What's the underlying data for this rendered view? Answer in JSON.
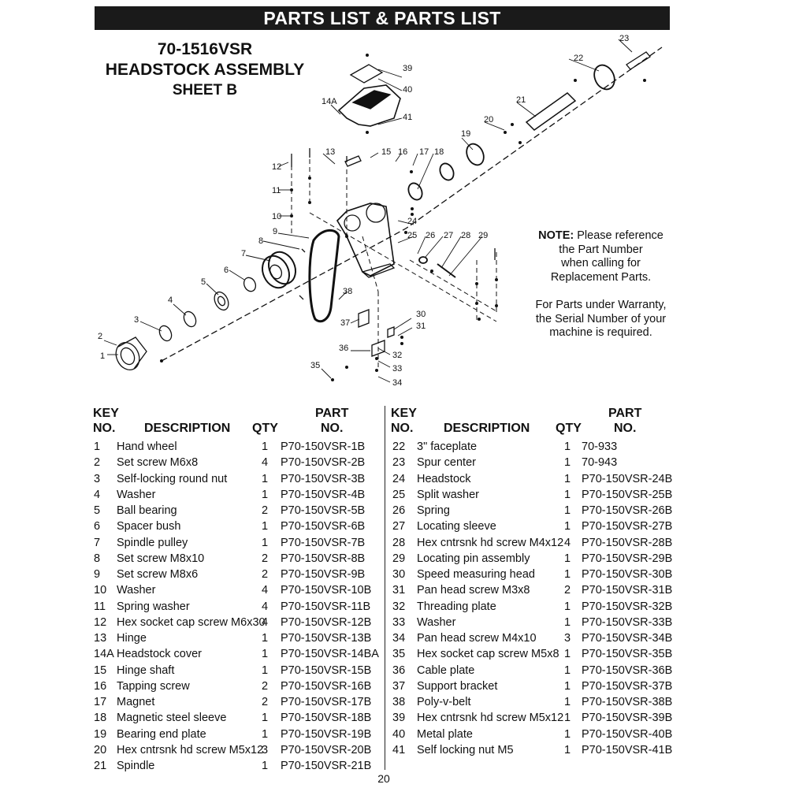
{
  "banner": "PARTS LIST & PARTS LIST",
  "title": {
    "line1": "70-1516VSR",
    "line2": "HEADSTOCK ASSEMBLY",
    "line3": "SHEET B"
  },
  "note": {
    "label": "NOTE:",
    "line1": " Please reference",
    "line2": "the Part Number",
    "line3": "when calling for",
    "line4": "Replacement Parts.",
    "warranty1": "For Parts under Warranty,",
    "warranty2": "the Serial Number of your",
    "warranty3": "machine is required."
  },
  "diagram_labels": [
    "1",
    "2",
    "3",
    "4",
    "5",
    "6",
    "7",
    "8",
    "9",
    "10",
    "11",
    "12",
    "13",
    "14A",
    "15",
    "16",
    "17",
    "18",
    "19",
    "20",
    "21",
    "22",
    "23",
    "24",
    "25",
    "26",
    "27",
    "28",
    "29",
    "30",
    "31",
    "32",
    "33",
    "34",
    "35",
    "36",
    "37",
    "38",
    "39",
    "40",
    "41"
  ],
  "table_headers": {
    "key1": "KEY",
    "key2": "NO.",
    "desc": "DESCRIPTION",
    "qty": "QTY",
    "part1": "PART",
    "part2": "NO."
  },
  "parts_left": [
    {
      "key": "1",
      "desc": "Hand wheel",
      "qty": "1",
      "part": "P70-150VSR-1B"
    },
    {
      "key": "2",
      "desc": "Set screw M6x8",
      "qty": "4",
      "part": "P70-150VSR-2B"
    },
    {
      "key": "3",
      "desc": "Self-locking round nut",
      "qty": "1",
      "part": "P70-150VSR-3B"
    },
    {
      "key": "4",
      "desc": "Washer",
      "qty": "1",
      "part": "P70-150VSR-4B"
    },
    {
      "key": "5",
      "desc": "Ball bearing",
      "qty": "2",
      "part": "P70-150VSR-5B"
    },
    {
      "key": "6",
      "desc": "Spacer bush",
      "qty": "1",
      "part": "P70-150VSR-6B"
    },
    {
      "key": "7",
      "desc": "Spindle pulley",
      "qty": "1",
      "part": "P70-150VSR-7B"
    },
    {
      "key": "8",
      "desc": "Set screw M8x10",
      "qty": "2",
      "part": "P70-150VSR-8B"
    },
    {
      "key": "9",
      "desc": "Set screw M8x6",
      "qty": "2",
      "part": "P70-150VSR-9B"
    },
    {
      "key": "10",
      "desc": "Washer",
      "qty": "4",
      "part": "P70-150VSR-10B"
    },
    {
      "key": "11",
      "desc": "Spring washer",
      "qty": "4",
      "part": "P70-150VSR-11B"
    },
    {
      "key": "12",
      "desc": "Hex socket cap screw M6x30",
      "qty": "4",
      "part": "P70-150VSR-12B"
    },
    {
      "key": "13",
      "desc": "Hinge",
      "qty": "1",
      "part": "P70-150VSR-13B"
    },
    {
      "key": "14A",
      "desc": "Headstock cover",
      "qty": "1",
      "part": "P70-150VSR-14BA"
    },
    {
      "key": "15",
      "desc": "Hinge shaft",
      "qty": "1",
      "part": "P70-150VSR-15B"
    },
    {
      "key": "16",
      "desc": "Tapping screw",
      "qty": "2",
      "part": "P70-150VSR-16B"
    },
    {
      "key": "17",
      "desc": "Magnet",
      "qty": "2",
      "part": "P70-150VSR-17B"
    },
    {
      "key": "18",
      "desc": "Magnetic steel sleeve",
      "qty": "1",
      "part": "P70-150VSR-18B"
    },
    {
      "key": "19",
      "desc": "Bearing end plate",
      "qty": "1",
      "part": "P70-150VSR-19B"
    },
    {
      "key": "20",
      "desc": "Hex cntrsnk hd screw M5x12",
      "qty": "3",
      "part": "P70-150VSR-20B"
    },
    {
      "key": "21",
      "desc": "Spindle",
      "qty": "1",
      "part": "P70-150VSR-21B"
    }
  ],
  "parts_right": [
    {
      "key": "22",
      "desc": "3\" faceplate",
      "qty": "1",
      "part": "70-933"
    },
    {
      "key": "23",
      "desc": "Spur center",
      "qty": "1",
      "part": "70-943"
    },
    {
      "key": "24",
      "desc": "Headstock",
      "qty": "1",
      "part": "P70-150VSR-24B"
    },
    {
      "key": "25",
      "desc": "Split washer",
      "qty": "1",
      "part": "P70-150VSR-25B"
    },
    {
      "key": "26",
      "desc": "Spring",
      "qty": "1",
      "part": "P70-150VSR-26B"
    },
    {
      "key": "27",
      "desc": "Locating sleeve",
      "qty": "1",
      "part": "P70-150VSR-27B"
    },
    {
      "key": "28",
      "desc": "Hex cntrsnk hd screw M4x12",
      "qty": "4",
      "part": "P70-150VSR-28B"
    },
    {
      "key": "29",
      "desc": "Locating pin assembly",
      "qty": "1",
      "part": "P70-150VSR-29B"
    },
    {
      "key": "30",
      "desc": "Speed measuring head",
      "qty": "1",
      "part": "P70-150VSR-30B"
    },
    {
      "key": "31",
      "desc": "Pan head screw M3x8",
      "qty": "2",
      "part": "P70-150VSR-31B"
    },
    {
      "key": "32",
      "desc": "Threading plate",
      "qty": "1",
      "part": "P70-150VSR-32B"
    },
    {
      "key": "33",
      "desc": "Washer",
      "qty": "1",
      "part": "P70-150VSR-33B"
    },
    {
      "key": "34",
      "desc": "Pan head screw M4x10",
      "qty": "3",
      "part": "P70-150VSR-34B"
    },
    {
      "key": "35",
      "desc": "Hex socket cap screw M5x8",
      "qty": "1",
      "part": "P70-150VSR-35B"
    },
    {
      "key": "36",
      "desc": "Cable plate",
      "qty": "1",
      "part": "P70-150VSR-36B"
    },
    {
      "key": "37",
      "desc": "Support bracket",
      "qty": "1",
      "part": "P70-150VSR-37B"
    },
    {
      "key": "38",
      "desc": "Poly-v-belt",
      "qty": "1",
      "part": "P70-150VSR-38B"
    },
    {
      "key": "39",
      "desc": "Hex cntrsnk hd screw M5x12",
      "qty": "1",
      "part": "P70-150VSR-39B"
    },
    {
      "key": "40",
      "desc": "Metal plate",
      "qty": "1",
      "part": "P70-150VSR-40B"
    },
    {
      "key": "41",
      "desc": "Self locking nut M5",
      "qty": "1",
      "part": "P70-150VSR-41B"
    }
  ],
  "page_number": "20"
}
